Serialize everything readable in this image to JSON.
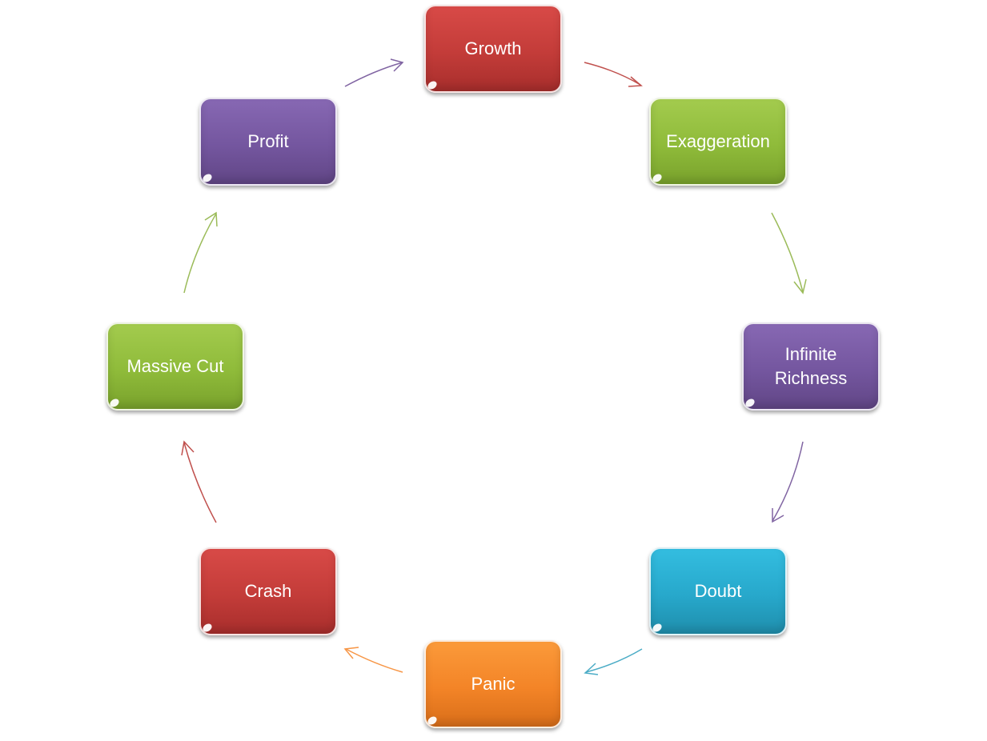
{
  "cycle": {
    "nodes": [
      {
        "label": "Growth",
        "color": "#c33c39"
      },
      {
        "label": "Exaggeration",
        "color": "#8fbb3a"
      },
      {
        "label": "Infinite Richness",
        "color": "#74569f"
      },
      {
        "label": "Doubt",
        "color": "#27a8cb"
      },
      {
        "label": "Panic",
        "color": "#f38427"
      },
      {
        "label": "Crash",
        "color": "#c33c39"
      },
      {
        "label": "Massive Cut",
        "color": "#8fbb3a"
      },
      {
        "label": "Profit",
        "color": "#74569f"
      }
    ],
    "arrow_colors": [
      "#c0504d",
      "#9bbb59",
      "#8064a2",
      "#4bacc6",
      "#f79646",
      "#c0504d",
      "#9bbb59",
      "#8064a2"
    ]
  }
}
